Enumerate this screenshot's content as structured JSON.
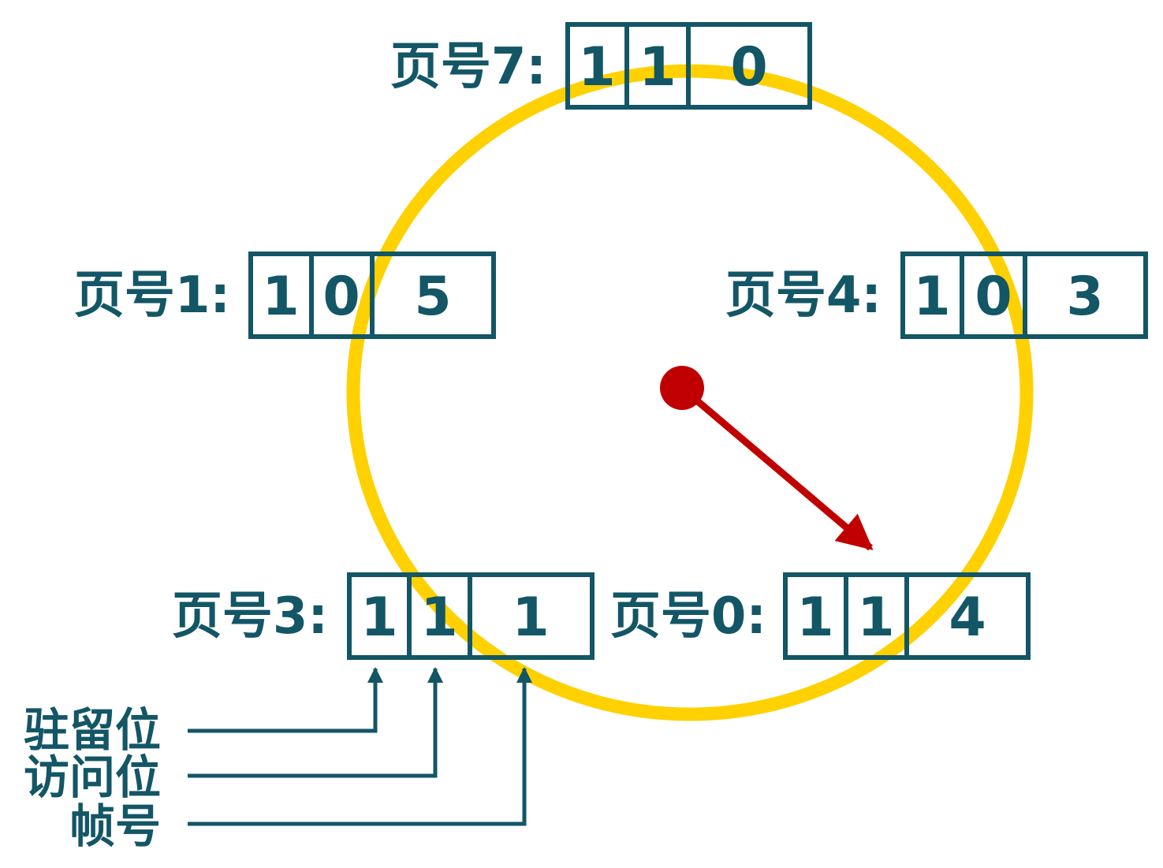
{
  "colors": {
    "primary": "#135666",
    "ring": "#FFD100",
    "pointer": "#C00000",
    "background": "#FFFFFF"
  },
  "pages": [
    {
      "label": "页号7:",
      "resident": "1",
      "access": "1",
      "frame": "0"
    },
    {
      "label": "页号1:",
      "resident": "1",
      "access": "0",
      "frame": "5"
    },
    {
      "label": "页号4:",
      "resident": "1",
      "access": "0",
      "frame": "3"
    },
    {
      "label": "页号3:",
      "resident": "1",
      "access": "1",
      "frame": "1"
    },
    {
      "label": "页号0:",
      "resident": "1",
      "access": "1",
      "frame": "4"
    }
  ],
  "legend": {
    "resident_bit": "驻留位",
    "access_bit": "访问位",
    "frame_number": "帧号"
  },
  "pointer": {
    "points_to": "页号0:"
  }
}
